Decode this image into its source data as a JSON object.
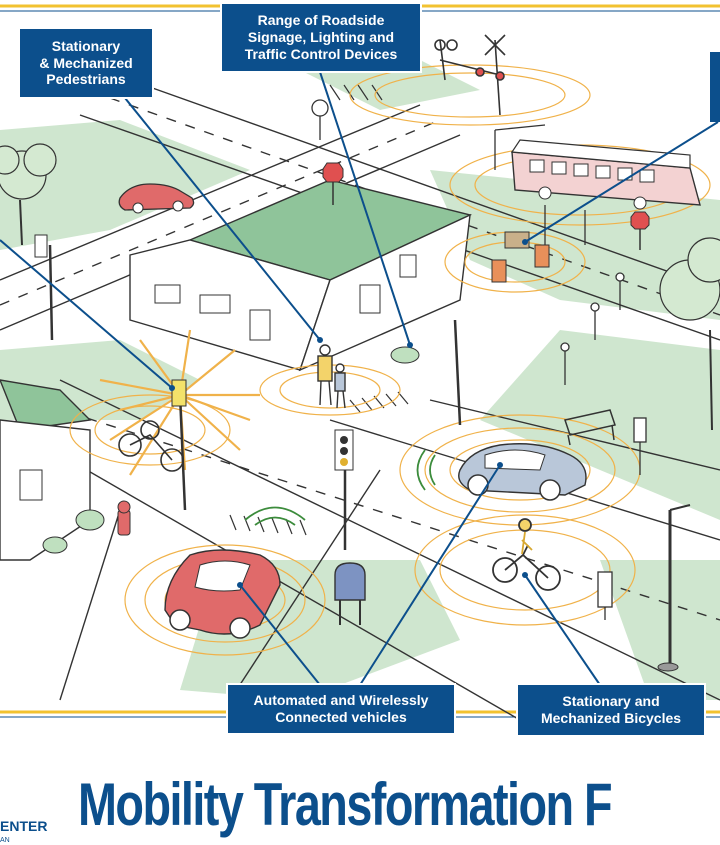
{
  "colors": {
    "accent_blue": "#0c4f8c",
    "frame_yellow": "#f2c230",
    "signal_orange": "#f0b24a",
    "lawn_green": "#cfe6cf",
    "car_red": "#e06a6a",
    "building_green": "#8fc49a",
    "bus_red": "#f3d2d2"
  },
  "labels": {
    "pedestrians": "Stationary\n& Mechanized\nPedestrians",
    "signage": "Range of Roadside\nSignage, Lighting and\nTraffic Control Devices",
    "vehicles": "Automated and Wirelessly\nConnected vehicles",
    "bicycles": "Stationary and\nMechanized Bicycles"
  },
  "footer": {
    "title": "Mobility Transformation F",
    "center": "ENTER",
    "center_sub": "AN"
  },
  "icons": [
    "railroad-crossing-icon",
    "traffic-light-icon",
    "bus-icon",
    "car-icon",
    "bicycle-icon",
    "pedestrian-icon",
    "stop-sign-icon",
    "mailbox-icon",
    "fire-hydrant-icon",
    "bench-icon",
    "tree-icon"
  ]
}
